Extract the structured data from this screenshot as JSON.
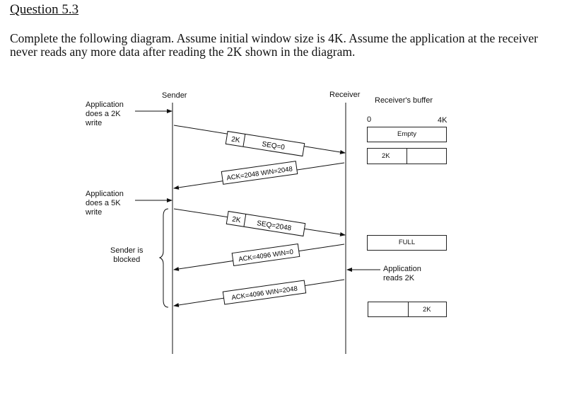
{
  "question": {
    "title": "Question 5.3",
    "text": "Complete the following diagram.  Assume initial window size is 4K. Assume the application at the receiver never reads any more data after reading the 2K shown in the diagram."
  },
  "diagram": {
    "sender_label": "Sender",
    "receiver_label": "Receiver",
    "buffer_title": "Receiver's buffer",
    "buffer_min": "0",
    "buffer_max": "4K",
    "app_write_2k": "Application\ndoes a 2K\nwrite",
    "app_write_5k": "Application\ndoes a 5K\nwrite",
    "sender_blocked": "Sender is\nblocked",
    "app_reads": "Application\nreads 2K",
    "messages": [
      {
        "size": "2K",
        "label": "SEQ=0"
      },
      {
        "label": "ACK=2048 WIN=2048"
      },
      {
        "size": "2K",
        "label": "SEQ=2048"
      },
      {
        "label": "ACK=4096 WIN=0"
      },
      {
        "label": "ACK=4096 WIN=2048"
      }
    ],
    "buffers": [
      {
        "text": "Empty"
      },
      {
        "text": "2K"
      },
      {
        "text": "FULL"
      },
      {
        "text": "2K"
      }
    ]
  }
}
